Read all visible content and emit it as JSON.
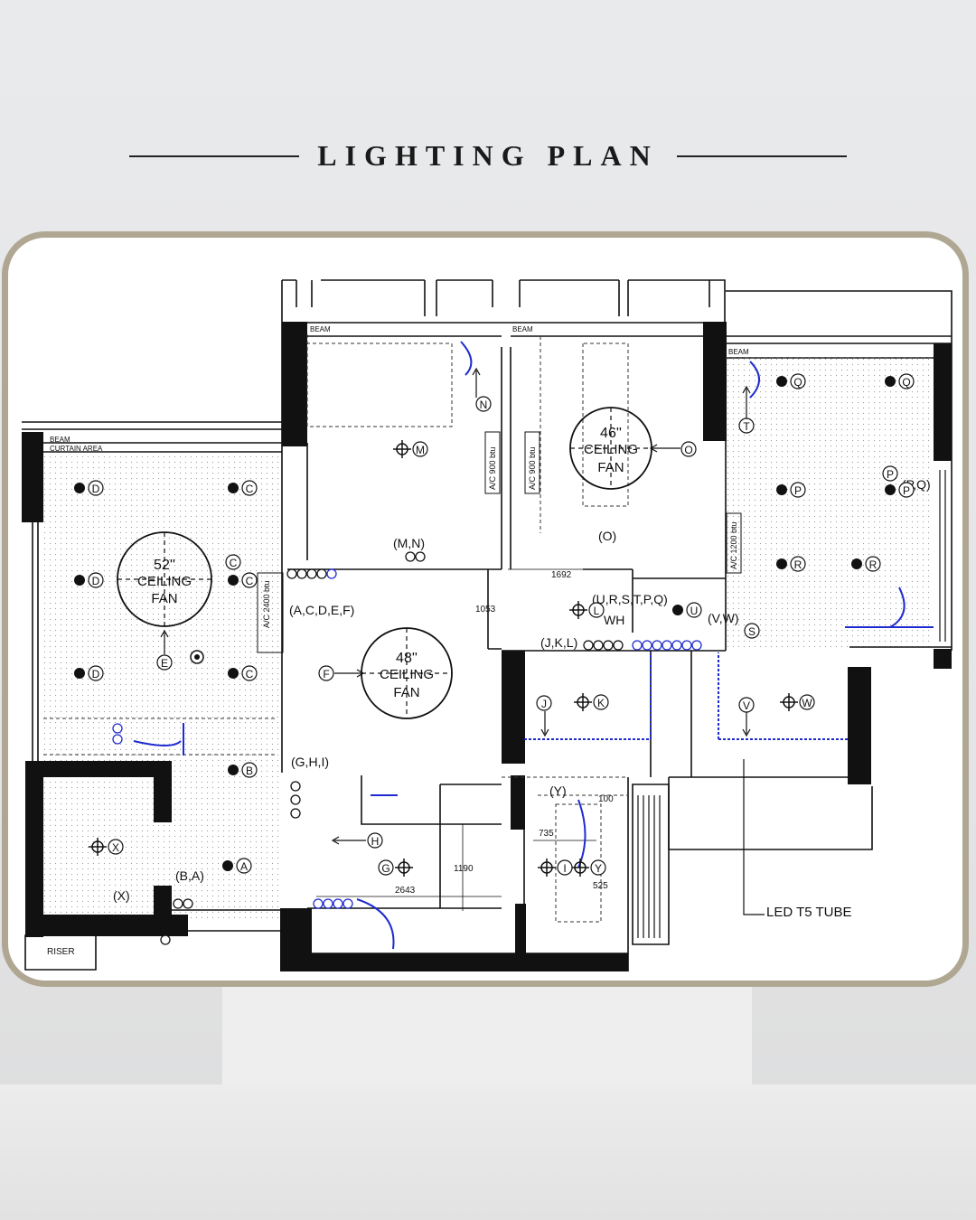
{
  "title": "LIGHTING PLAN",
  "labels": {
    "beam": "BEAM",
    "curtain_area": "CURTAIN AREA",
    "riser": "RISER",
    "led_t5": "LED T5 TUBE",
    "wh": "WH",
    "ac_900_a": "A/C 900 btu",
    "ac_900_b": "A/C 900 btu",
    "ac_1200": "A/C 1200 btu",
    "ac_2400": "A/C 2400 btu"
  },
  "fans": [
    {
      "size": "52''",
      "line1": "CEILING",
      "line2": "FAN"
    },
    {
      "size": "46''",
      "line1": "CEILING",
      "line2": "FAN"
    },
    {
      "size": "48''",
      "line1": "CEILING",
      "line2": "FAN"
    }
  ],
  "switch_groups": {
    "mn": "(M,N)",
    "o": "(O)",
    "acdef": "(A,C,D,E,F)",
    "urstpq": "(U,R,S,T,P,Q)",
    "vw": "(V,W)",
    "jkl": "(J,K,L)",
    "ghi": "(G,H,I)",
    "ba": "(B,A)",
    "x": "(X)",
    "y": "(Y)",
    "pq": "(P,Q)"
  },
  "light_tags": {
    "A": "A",
    "B": "B",
    "C": "C",
    "D": "D",
    "E": "E",
    "F": "F",
    "G": "G",
    "H": "H",
    "I": "I",
    "J": "J",
    "K": "K",
    "L": "L",
    "M": "M",
    "N": "N",
    "O": "O",
    "P": "P",
    "Q": "Q",
    "R": "R",
    "S": "S",
    "T": "T",
    "U": "U",
    "V": "V",
    "W": "W",
    "X": "X",
    "Y": "Y"
  },
  "dimensions": {
    "d1692": "1692",
    "d1053": "1053",
    "d1190": "1190",
    "d2643": "2643",
    "d735": "735",
    "d100": "100",
    "d525": "525"
  },
  "colors": {
    "frame": "#b0a793",
    "wall": "#111111",
    "wiring": "#1f2bd0"
  }
}
